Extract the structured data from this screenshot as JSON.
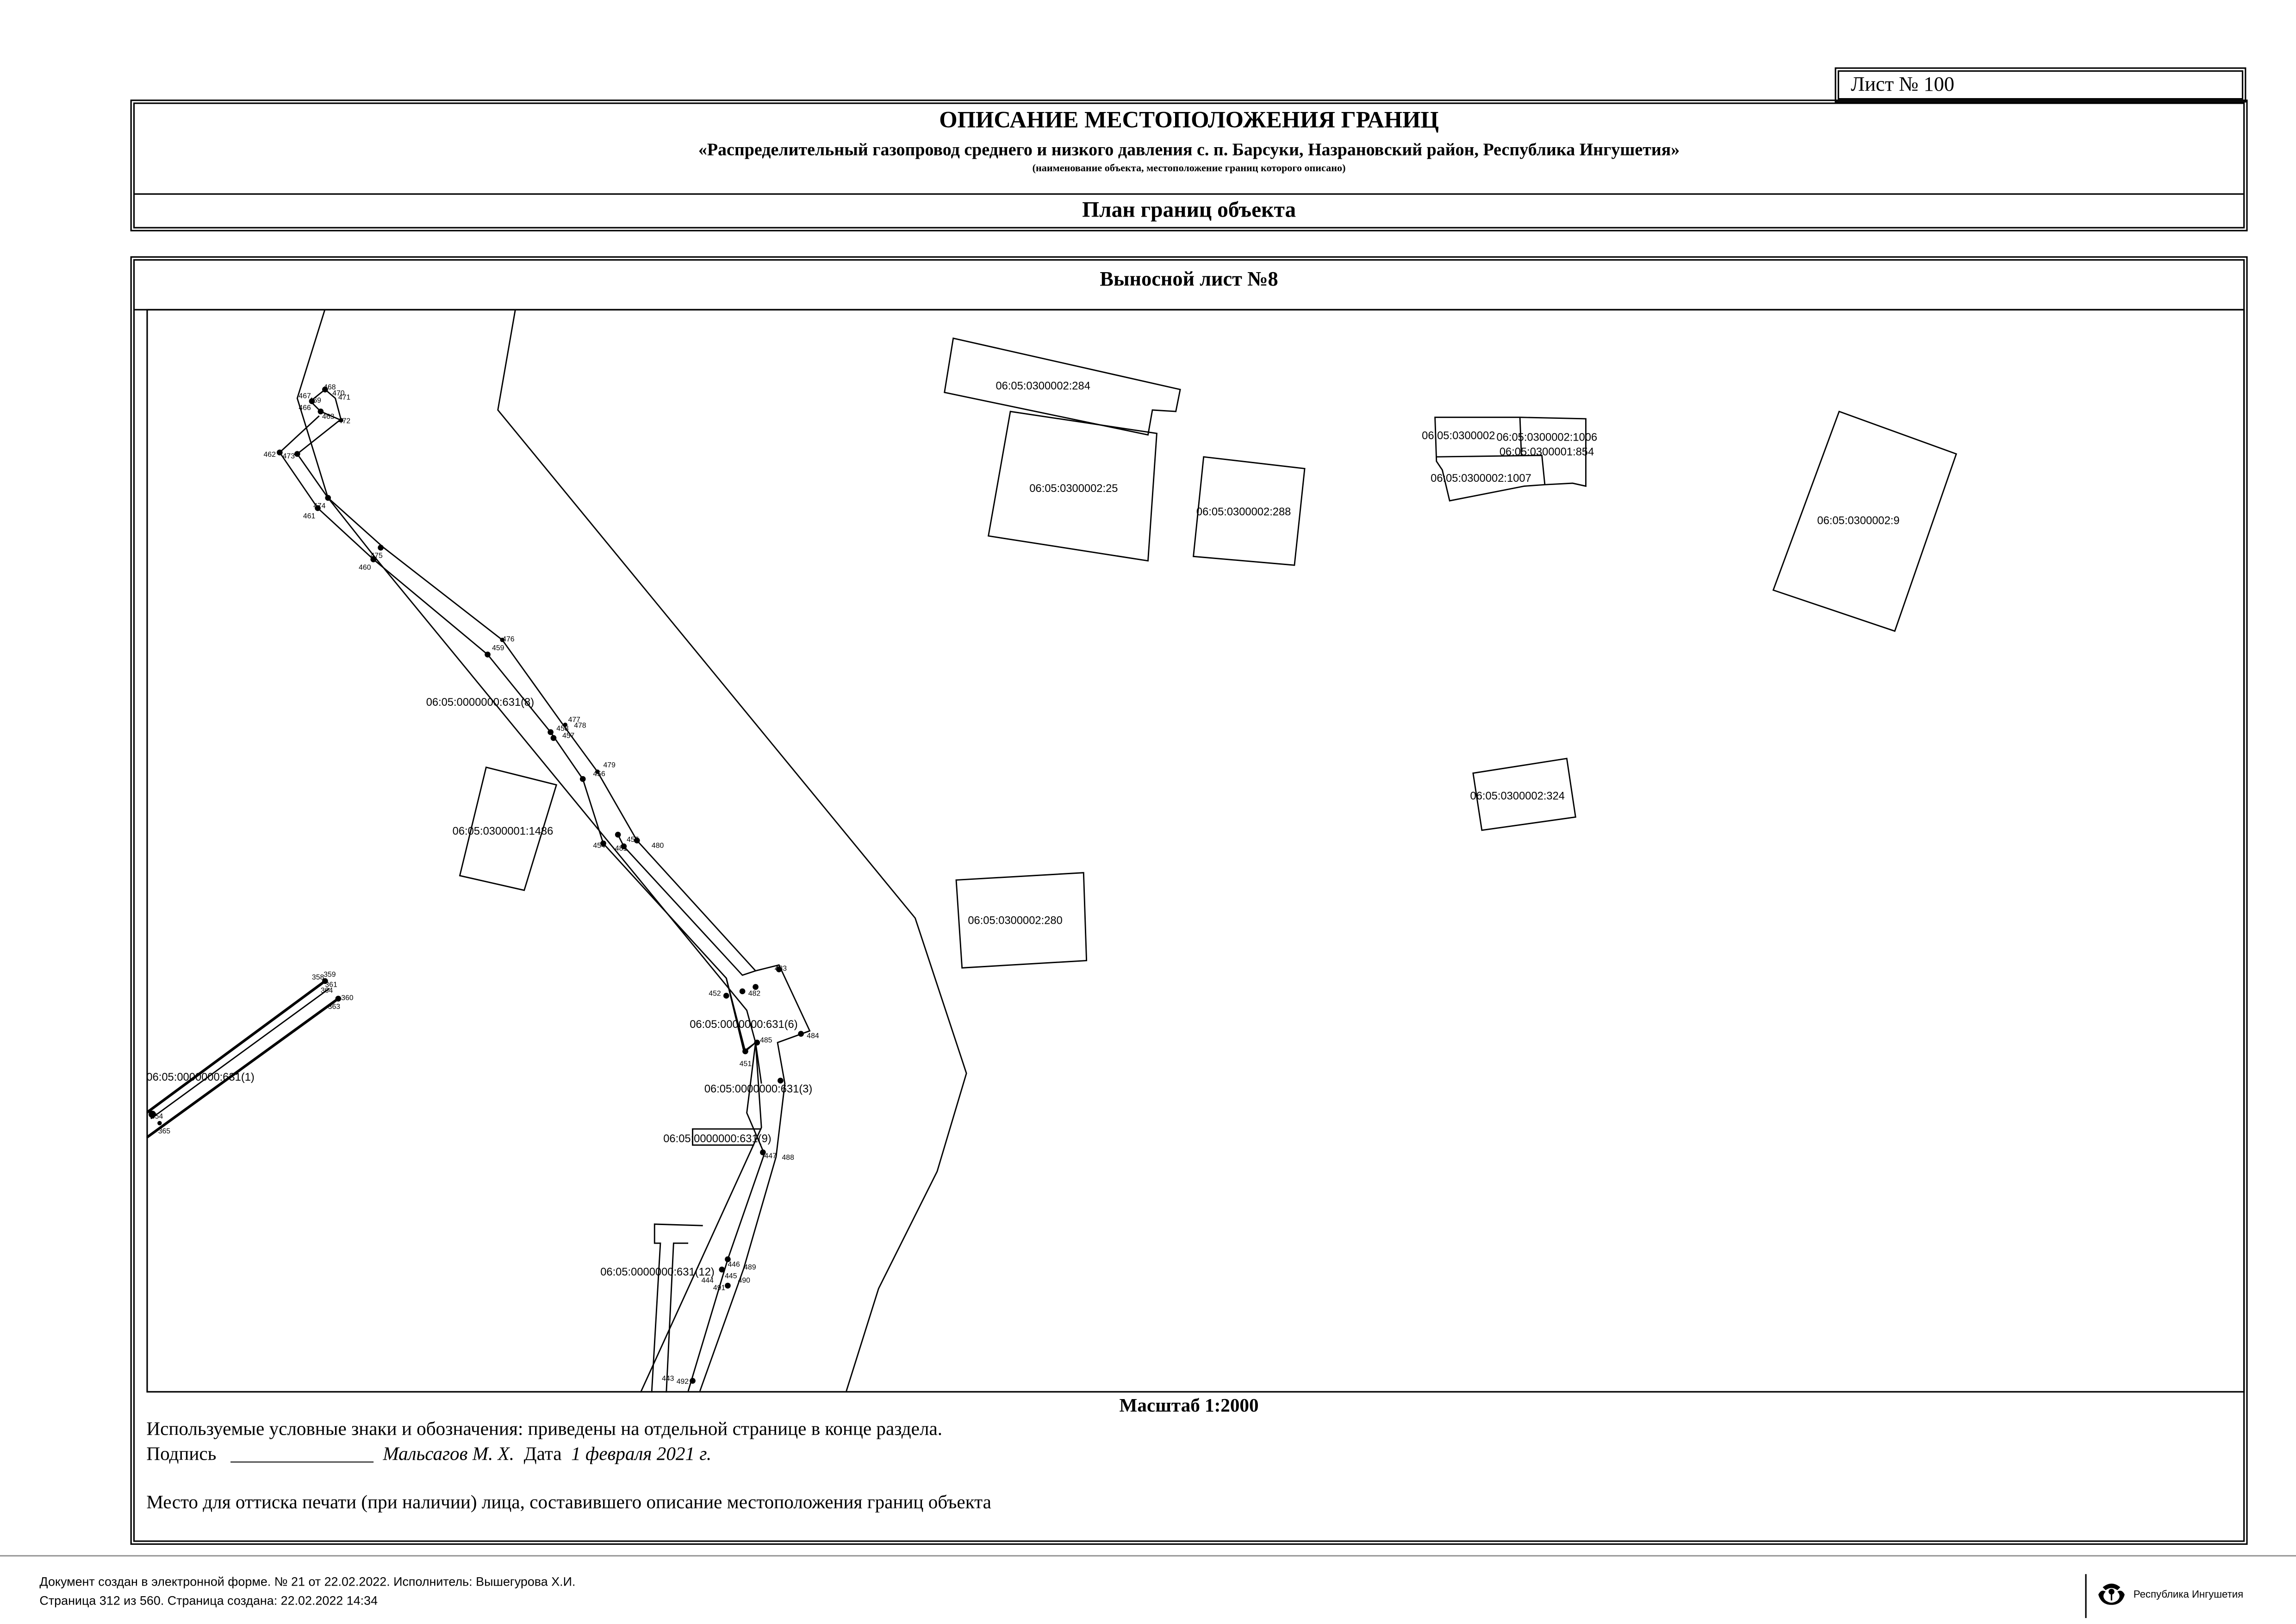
{
  "sheet": {
    "label": "Лист № 100"
  },
  "header": {
    "title": "ОПИСАНИЕ МЕСТОПОЛОЖЕНИЯ ГРАНИЦ",
    "object_name": "«Распределительный газопровод среднего и низкого давления с. п. Барсуки, Назрановский район, Республика Ингушетия»",
    "object_note": "(наименование объекта, местоположение границ которого описано)",
    "section": "План границ объекта"
  },
  "plan": {
    "subtitle": "Выносной лист №8",
    "scale": "Масштаб 1:2000",
    "legend_note": "Используемые условные знаки и обозначения: приведены на отдельной странице в конце раздела.",
    "signature_label": "Подпись",
    "signature_line": "_______________",
    "signer": "Мальсагов М. Х.",
    "date_label": "Дата",
    "date": "1 февраля 2021 г.",
    "stamp_note": "Место для оттиска печати (при наличии) лица, составившего описание местоположения границ объекта"
  },
  "map": {
    "parcels": [
      "06:05:0300002:284",
      "06:05:0300002:25",
      "06:05:0300002:288",
      "06:05:0300002",
      "06:05:0300002:1006",
      "06:05:0300001:854",
      "06:05:0300002:1007",
      "06:05:0300002:9",
      "06:05:0300002:324",
      "06:05:0300002:280",
      "06:05:0300001:1486",
      "06:05:0000000:631(8)",
      "06:05:0000000:631(1)",
      "06:05:0000000:631(6)",
      "06:05:0000000:631(3)",
      "06:05:0000000:631(9)",
      "06:05:0000000:631(12)"
    ],
    "points": [
      "468",
      "470",
      "471",
      "467",
      "469",
      "466",
      "463",
      "472",
      "462",
      "473",
      "474",
      "461",
      "475",
      "460",
      "476",
      "459",
      "477",
      "478",
      "458",
      "457",
      "479",
      "456",
      "454",
      "455",
      "481",
      "480",
      "483",
      "482",
      "452",
      "484",
      "485",
      "451",
      "447",
      "488",
      "446",
      "489",
      "445",
      "490",
      "444",
      "491",
      "443",
      "492",
      "359",
      "358",
      "361",
      "364",
      "360",
      "363",
      "354",
      "365"
    ]
  },
  "footer": {
    "line1": "Документ создан в электронной форме. № 21 от 22.02.2022. Исполнитель: Вышегурова Х.И.",
    "line2": "Страница 312 из 560. Страница создана: 22.02.2022 14:34",
    "org": "Республика Ингушетия"
  }
}
